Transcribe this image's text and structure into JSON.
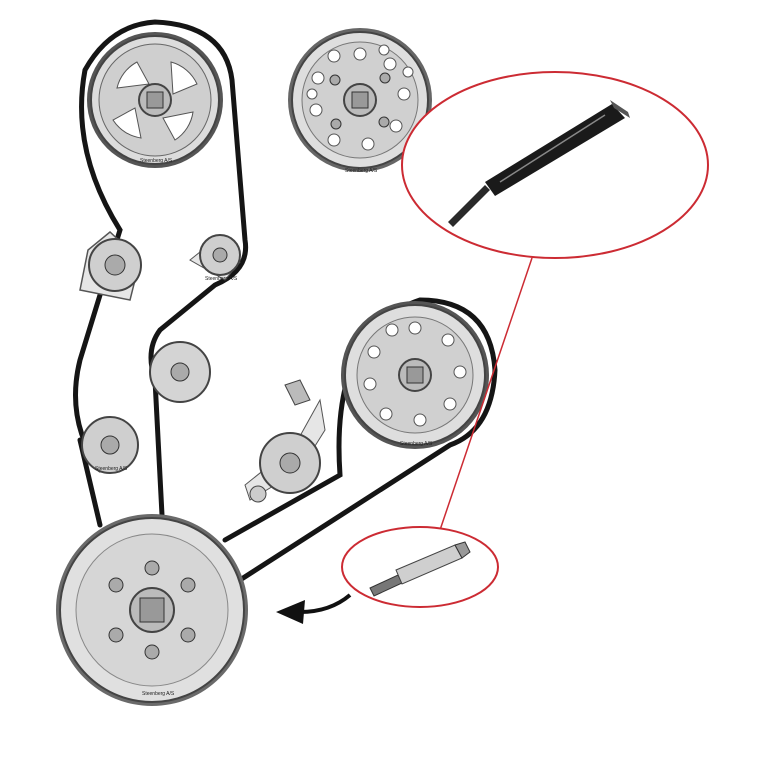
{
  "diagram": {
    "pulley_labels": {
      "cam_left": "Steenberg A/S",
      "cam_right": "Steenberg A/S",
      "lower_cam": "Steenberg A/S",
      "idler_mid": "Steenberg A/S",
      "water_pump": "Steenberg A/S",
      "crank": "Steenberg A/S"
    },
    "callouts": [
      {
        "name": "locking-pin-camshaft",
        "color": "#cc2b33"
      },
      {
        "name": "locking-pin-crankshaft",
        "color": "#cc2b33"
      }
    ],
    "rotation_arrow": "counter-clockwise",
    "colors": {
      "belt": "#1a1a1a",
      "pulley": "#d9d9d9",
      "callout": "#cc2b33"
    }
  }
}
